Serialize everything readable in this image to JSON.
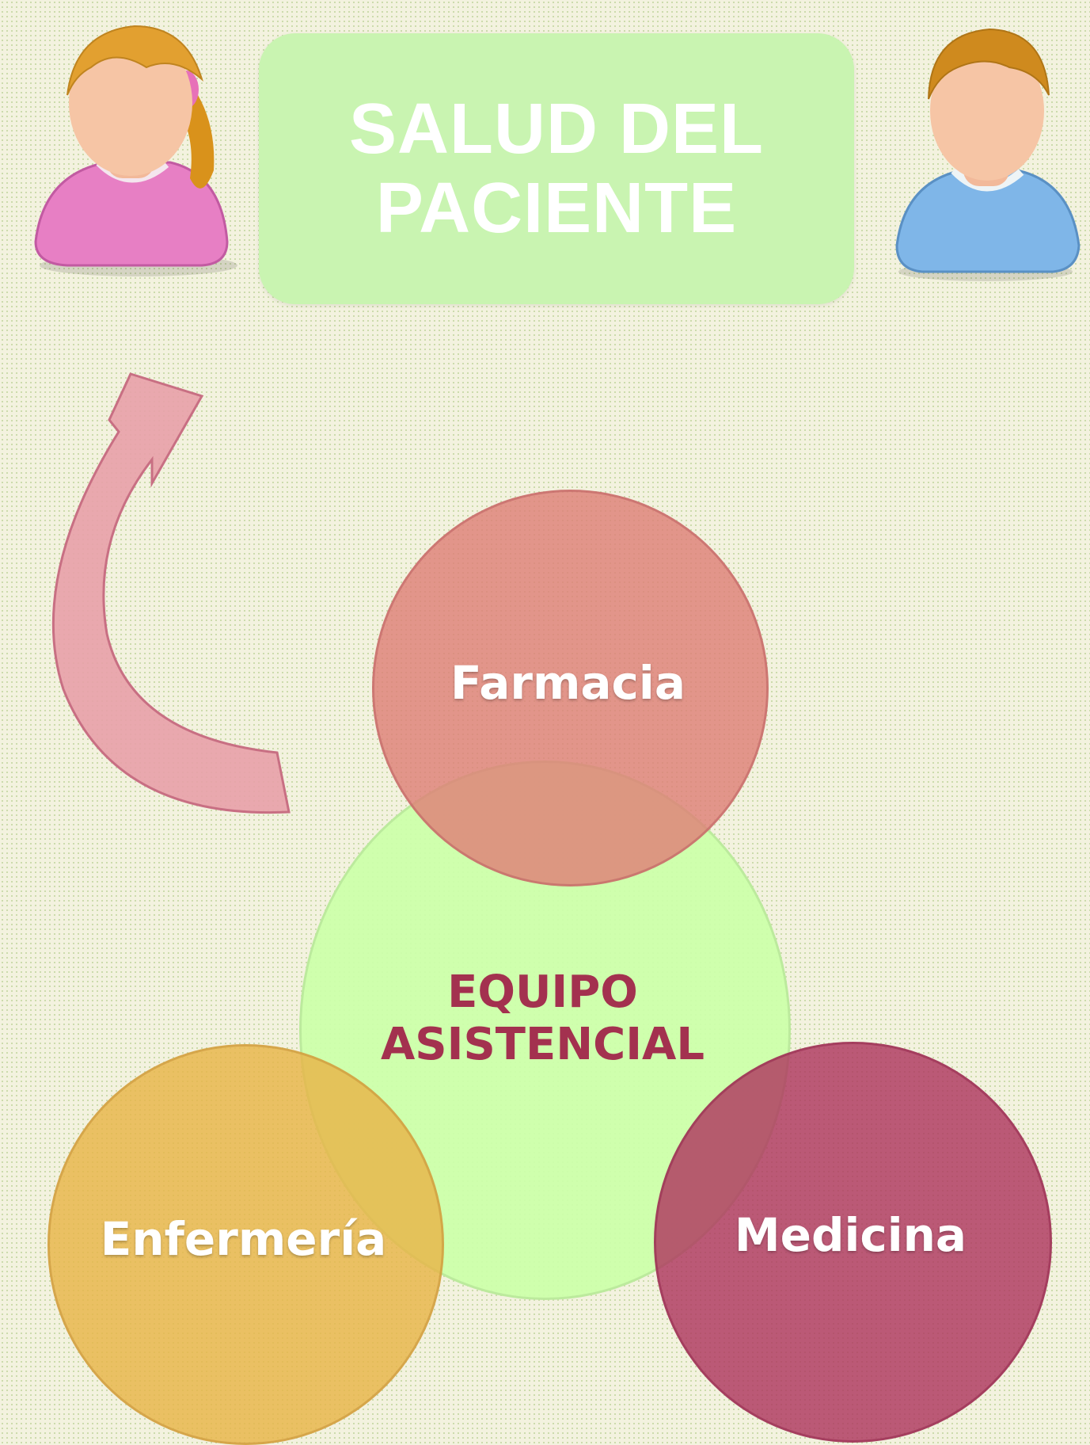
{
  "title": {
    "line1": "SALUD DEL",
    "line2": "PACIENTE"
  },
  "center": {
    "line1": "EQUIPO",
    "line2": "ASISTENCIAL"
  },
  "circles": {
    "top": "Farmacia",
    "left": "Enfermería",
    "right": "Medicina"
  },
  "icons": {
    "left_avatar": "female-patient-icon",
    "right_avatar": "male-patient-icon",
    "arrow": "curved-arrow-icon"
  },
  "colors": {
    "title_box": "#c9f4b1",
    "center_circle": "#ccffaa",
    "farmacia": "#de8078",
    "enfermeria": "#e8b448",
    "medicina": "#af375f",
    "center_text": "#a3314f",
    "arrow": "#e8a0a8"
  }
}
